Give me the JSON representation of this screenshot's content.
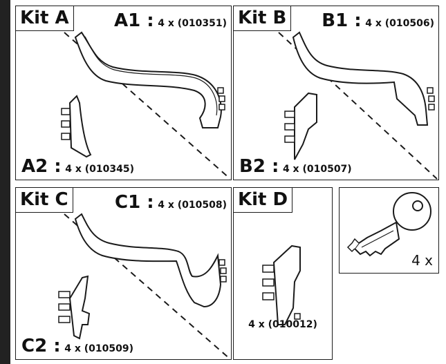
{
  "kits": [
    {
      "id": "A",
      "title": "Kit A",
      "part1": {
        "code": "A1 :",
        "qty": "4 x (010351)"
      },
      "part2": {
        "code": "A2 :",
        "qty": "4 x (010345)"
      }
    },
    {
      "id": "B",
      "title": "Kit B",
      "part1": {
        "code": "B1 :",
        "qty": "4 x (010506)"
      },
      "part2": {
        "code": "B2 :",
        "qty": "4 x (010507)"
      }
    },
    {
      "id": "C",
      "title": "Kit C",
      "part1": {
        "code": "C1 :",
        "qty": "4 x (010508)"
      },
      "part2": {
        "code": "C2 :",
        "qty": "4 x (010509)"
      }
    },
    {
      "id": "D",
      "title": "Kit D",
      "part": {
        "qty": "4 x (010012)"
      }
    }
  ],
  "key": {
    "qty": "4 x",
    "icon": "key-icon"
  },
  "colors": {
    "line": "#1a1a1a",
    "background": "#ffffff"
  }
}
